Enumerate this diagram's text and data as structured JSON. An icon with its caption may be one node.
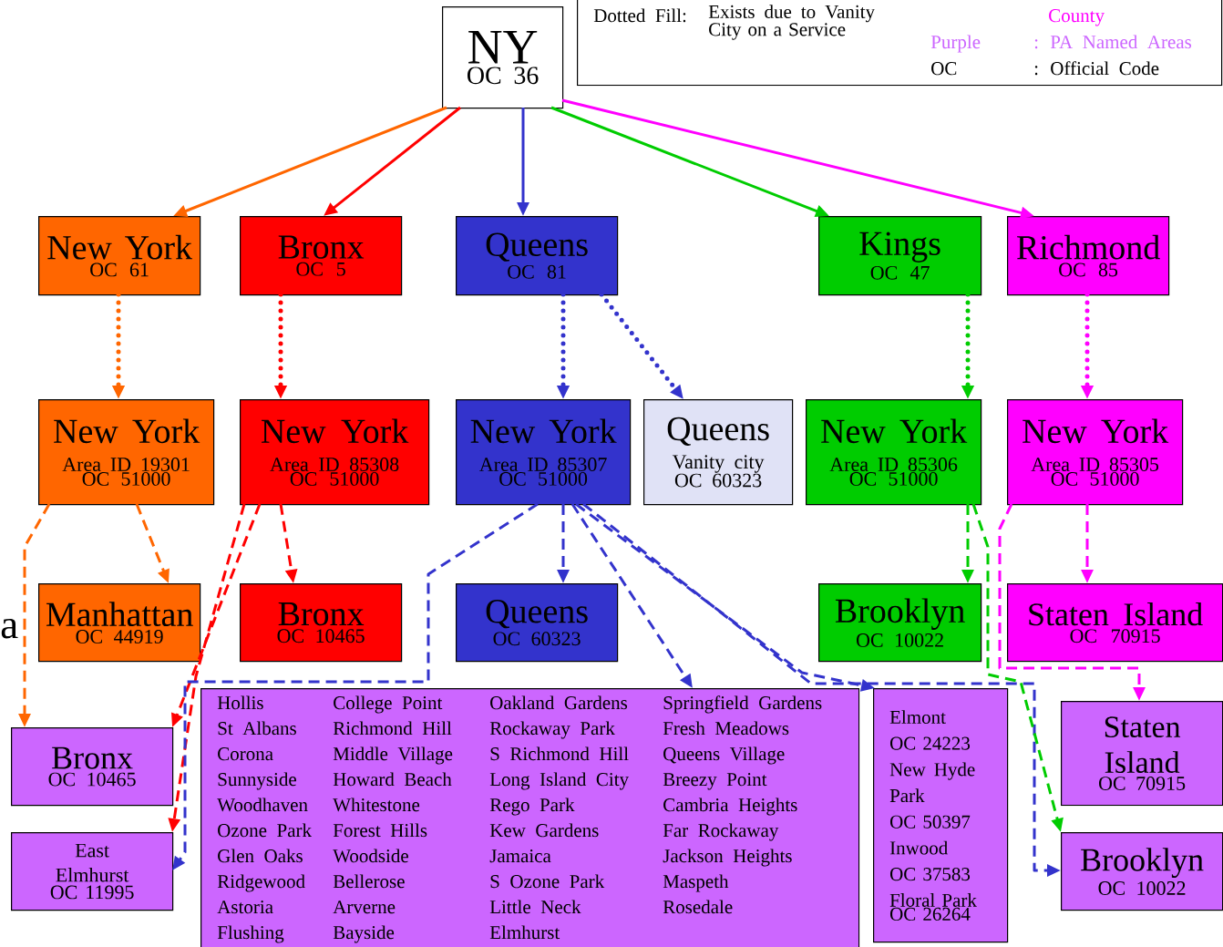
{
  "diagram": {
    "nodes": [
      {
        "text": [
          "NY",
          "OC 36"
        ]
      },
      {
        "text": [
          "New York",
          "OC 61"
        ]
      },
      {
        "text": [
          "Bronx",
          "OC 5"
        ]
      },
      {
        "text": [
          "Queens",
          "OC 81"
        ]
      },
      {
        "text": [
          "Kings",
          "OC 47"
        ]
      },
      {
        "text": [
          "Richmond",
          "OC 85"
        ]
      },
      {
        "text": [
          "New York",
          "Area ID 19301",
          "OC 51000"
        ]
      },
      {
        "text": [
          "New York",
          "Area ID 85308",
          "OC 51000"
        ]
      },
      {
        "text": [
          "New York",
          "Area ID 85307",
          "OC 51000"
        ]
      },
      {
        "text": [
          "Queens",
          "Vanity city",
          "OC 60323"
        ]
      },
      {
        "text": [
          "New York",
          "Area ID 85306",
          "OC 51000"
        ]
      },
      {
        "text": [
          "New York",
          "Area ID 85305",
          "OC 51000"
        ]
      },
      {
        "text": [
          "Manhattan",
          "OC 44919"
        ]
      },
      {
        "text": [
          "Bronx",
          "OC 10465"
        ]
      },
      {
        "text": [
          "Queens",
          "OC 60323"
        ]
      },
      {
        "text": [
          "Brooklyn",
          "OC 10022"
        ]
      },
      {
        "text": [
          "Staten Island",
          "OC 70915"
        ]
      },
      {
        "text": [
          "Hollis",
          "St Albans",
          "Corona",
          "Sunnyside",
          "Woodhaven",
          "Ozone Park",
          "Glen Oaks",
          "Ridgewood",
          "Astoria",
          "Flushing",
          "College Point",
          "Richmond Hill",
          "Middle Village",
          "Howard Beach",
          "Whitestone",
          "Forest Hills",
          "Woodside",
          "Bellerose",
          "Arverne",
          "Bayside",
          "Oakland Gardens",
          "Rockaway Park",
          "S Richmond Hill",
          "Long Island City",
          "Rego Park",
          "Kew Gardens",
          "Jamaica",
          "S Ozone Park",
          "Little Neck",
          "Elmhurst",
          "Springfield Gardens",
          "Fresh Meadows",
          "Queens Village",
          "Breezy Point",
          "Cambria Heights",
          "Far Rockaway",
          "Jackson Heights",
          "Maspeth",
          "Rosedale"
        ]
      },
      {
        "text": [
          "Elmont",
          "OC 24223",
          "New Hyde Park",
          "OC 50397",
          "Inwood",
          "OC 37583",
          "Floral Park",
          "OC 26264"
        ]
      },
      {
        "text": [
          "Bronx",
          "OC 10465"
        ]
      },
      {
        "text": [
          "East Elmhurst",
          "OC 11995"
        ]
      },
      {
        "text": [
          "Staten Island",
          "OC 70915"
        ]
      },
      {
        "text": [
          "Brooklyn",
          "OC 10022"
        ]
      },
      {
        "text": [
          "Dotted Fill:",
          "Exists due to Vanity City on a Service",
          "County",
          "Purple",
          ": PA Named Areas",
          "OC",
          ": Official Code"
        ]
      }
    ],
    "edges": [
      {
        "from": 0,
        "to": 1,
        "arrow": "to",
        "color": "#ff6600"
      },
      {
        "from": 0,
        "to": 2,
        "arrow": "to",
        "color": "#ff0000"
      },
      {
        "from": 0,
        "to": 3,
        "arrow": "to",
        "color": "#3333cc"
      },
      {
        "from": 0,
        "to": 4,
        "arrow": "to",
        "color": "#00cc00"
      },
      {
        "from": 0,
        "to": 5,
        "arrow": "to",
        "color": "#ff00ff"
      },
      {
        "from": 1,
        "to": 6,
        "arrow": "to",
        "style": "dashed",
        "color": "#ff6600"
      },
      {
        "from": 2,
        "to": 7,
        "arrow": "to",
        "style": "dashed",
        "color": "#ff0000"
      },
      {
        "from": 3,
        "to": 8,
        "arrow": "to",
        "style": "dashed",
        "color": "#3333cc"
      },
      {
        "from": 3,
        "to": 9,
        "arrow": "to",
        "style": "dashed",
        "color": "#3333cc"
      },
      {
        "from": 4,
        "to": 10,
        "arrow": "to",
        "style": "dashed",
        "color": "#00cc00"
      },
      {
        "from": 5,
        "to": 11,
        "arrow": "to",
        "style": "dashed",
        "color": "#ff00ff"
      },
      {
        "from": 6,
        "to": 12,
        "arrow": "to",
        "style": "dashed",
        "color": "#ff6600"
      },
      {
        "from": 6,
        "to": 19,
        "arrow": "to",
        "style": "dashed",
        "color": "#ff6600"
      },
      {
        "from": 7,
        "to": 13,
        "arrow": "to",
        "style": "dashed",
        "color": "#ff0000"
      },
      {
        "from": 7,
        "to": 19,
        "arrow": "to",
        "style": "dashed",
        "color": "#ff0000"
      },
      {
        "from": 7,
        "to": 20,
        "arrow": "to",
        "style": "dashed",
        "color": "#ff0000"
      },
      {
        "from": 8,
        "to": 14,
        "arrow": "to",
        "style": "dashed",
        "color": "#3333cc"
      },
      {
        "from": 8,
        "to": 17,
        "arrow": "to",
        "style": "dashed",
        "color": "#3333cc"
      },
      {
        "from": 8,
        "to": 20,
        "arrow": "to",
        "style": "dashed",
        "color": "#3333cc"
      },
      {
        "from": 8,
        "to": 18,
        "arrow": "to",
        "style": "dashed",
        "color": "#3333cc"
      },
      {
        "from": 8,
        "to": 22,
        "arrow": "to",
        "style": "dashed",
        "color": "#3333cc"
      },
      {
        "from": 10,
        "to": 15,
        "arrow": "to",
        "style": "dashed",
        "color": "#00cc00"
      },
      {
        "from": 10,
        "to": 22,
        "arrow": "to",
        "style": "dashed",
        "color": "#00cc00"
      },
      {
        "from": 11,
        "to": 16,
        "arrow": "to",
        "style": "dashed",
        "color": "#ff00ff"
      },
      {
        "from": 11,
        "to": 21,
        "arrow": "to",
        "style": "dashed",
        "color": "#ff00ff"
      }
    ],
    "labels": [
      "a"
    ]
  }
}
